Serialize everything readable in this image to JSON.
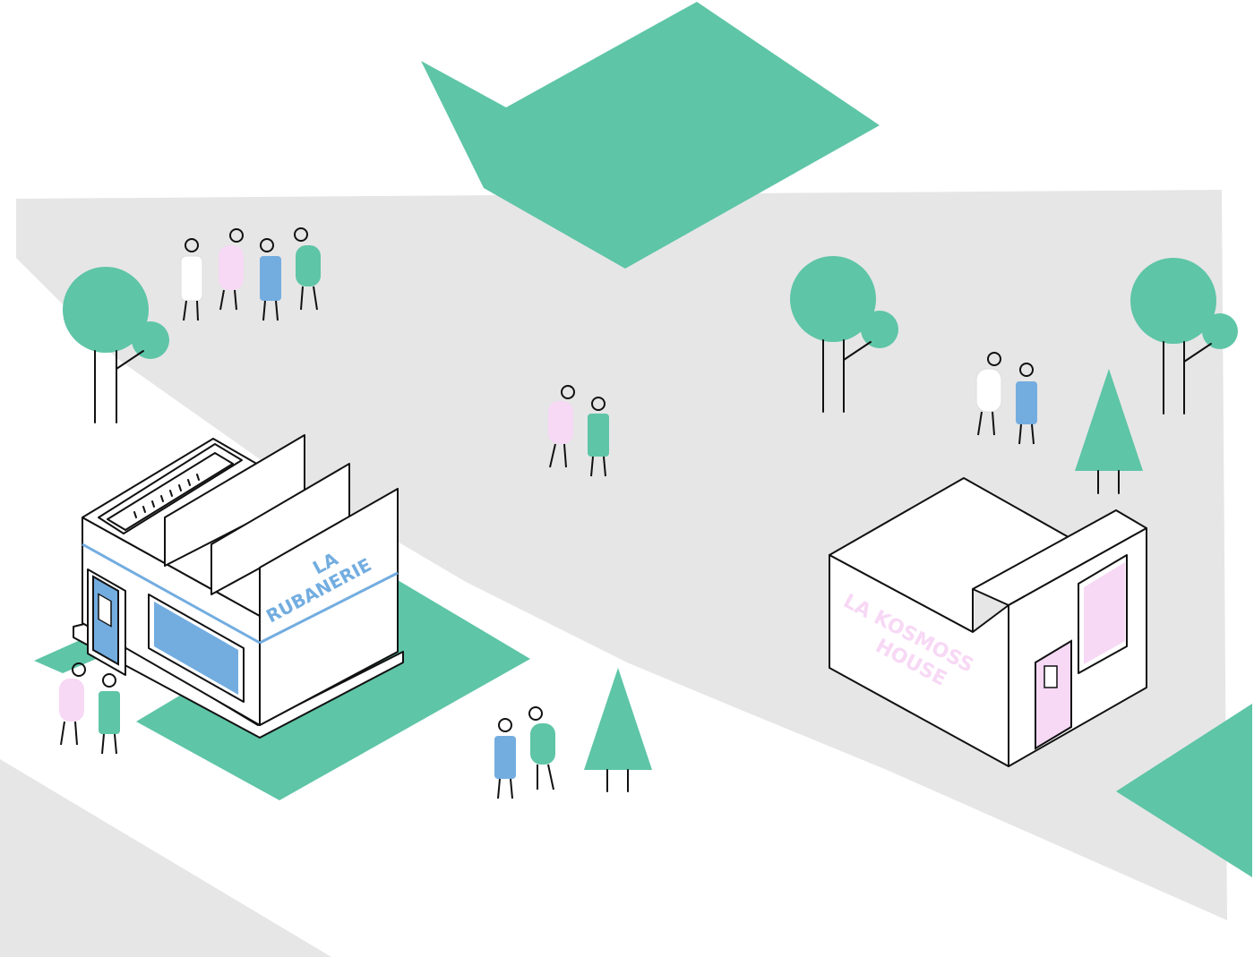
{
  "buildings": {
    "rubanerie": {
      "sign_line1": "LA",
      "sign_line2": "RUBANERIE"
    },
    "kosmoss": {
      "sign_line1": "LA KOSMOSS",
      "sign_line2": "HOUSE"
    }
  },
  "colors": {
    "ground": "#e6e6e6",
    "green": "#5ec5a7",
    "blue": "#73ade0",
    "pink": "#f7d8f5",
    "outline": "#111111",
    "white": "#ffffff"
  }
}
